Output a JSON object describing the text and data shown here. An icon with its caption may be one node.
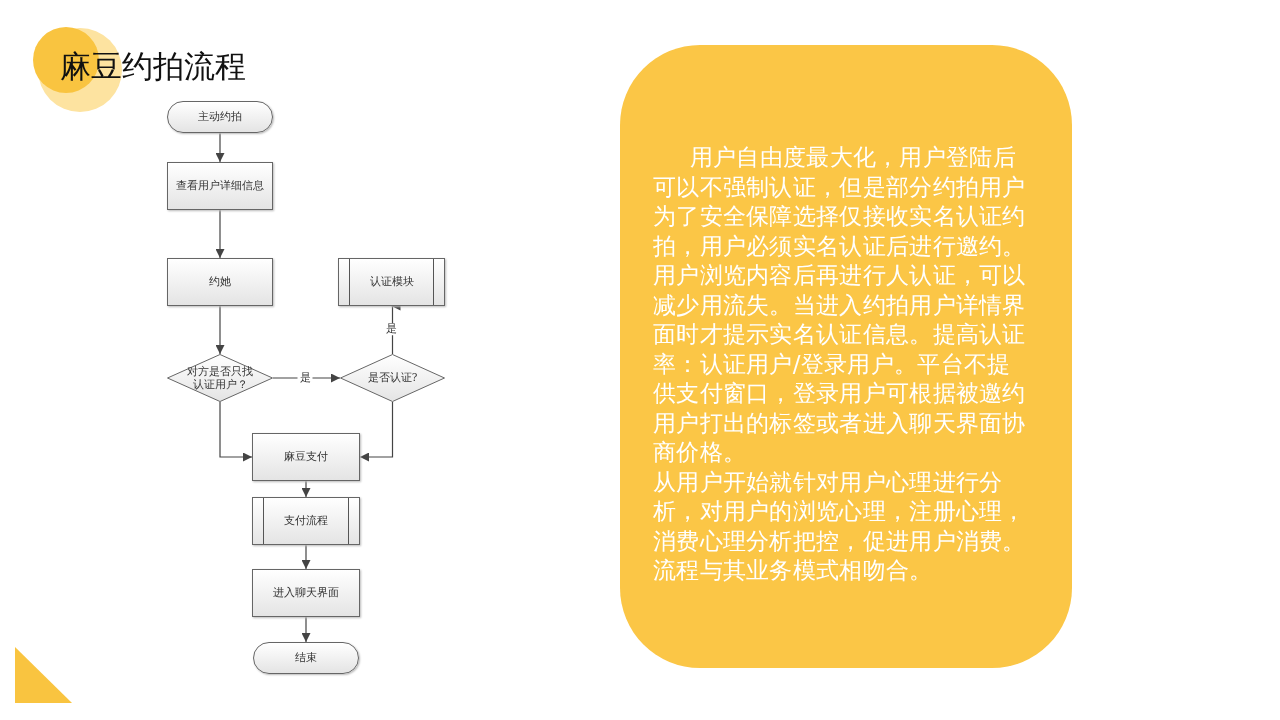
{
  "diagram": {
    "title": "麻豆约拍流程",
    "nodes": [
      {
        "text": [
          "主动约拍"
        ]
      },
      {
        "text": [
          "查看用户详细信息"
        ]
      },
      {
        "text": [
          "约她"
        ]
      },
      {
        "text": [
          "认证模块"
        ]
      },
      {
        "text": [
          "对方是否只找认证用户？"
        ]
      },
      {
        "text": [
          "是否认证?"
        ]
      },
      {
        "text": [
          "麻豆支付"
        ]
      },
      {
        "text": [
          "支付流程"
        ]
      },
      {
        "text": [
          "进入聊天界面"
        ]
      },
      {
        "text": [
          "结束"
        ]
      },
      {
        "text": [
          "用户自由度最大化，用户登陆后可以不强制认证，但是部分约拍用户为了安全保障选择仅接收实名认证约拍，用户必须实名认证后进行邀约。用户浏览内容后再进行人认证，可以减少用流失。当进入约拍用户详情界面时才提示实名认证信息。提高认证率：认证用户/登录用户。平台不提供支付窗口，登录用户可根据被邀约用户打出的标签或者进入聊天界面协商价格。",
          "从用户开始就针对用户心理进行分析，对用户的浏览心理，注册心理，消费心理分析把控，促进用户消费。流程与其业务模式相吻合。"
        ]
      }
    ],
    "edges": [
      {
        "from": 0,
        "to": 1,
        "arrow": "to"
      },
      {
        "from": 1,
        "to": 2,
        "arrow": "to"
      },
      {
        "from": 2,
        "to": 4,
        "arrow": "to"
      },
      {
        "from": 4,
        "to": 5,
        "arrow": "to",
        "label": "是"
      },
      {
        "from": 5,
        "to": 3,
        "arrow": "to",
        "label": "是"
      },
      {
        "from": 4,
        "to": 6,
        "arrow": "to"
      },
      {
        "from": 5,
        "to": 6,
        "arrow": "to"
      },
      {
        "from": 6,
        "to": 7,
        "arrow": "to"
      },
      {
        "from": 7,
        "to": 8,
        "arrow": "to"
      },
      {
        "from": 8,
        "to": 9,
        "arrow": "to"
      }
    ]
  }
}
